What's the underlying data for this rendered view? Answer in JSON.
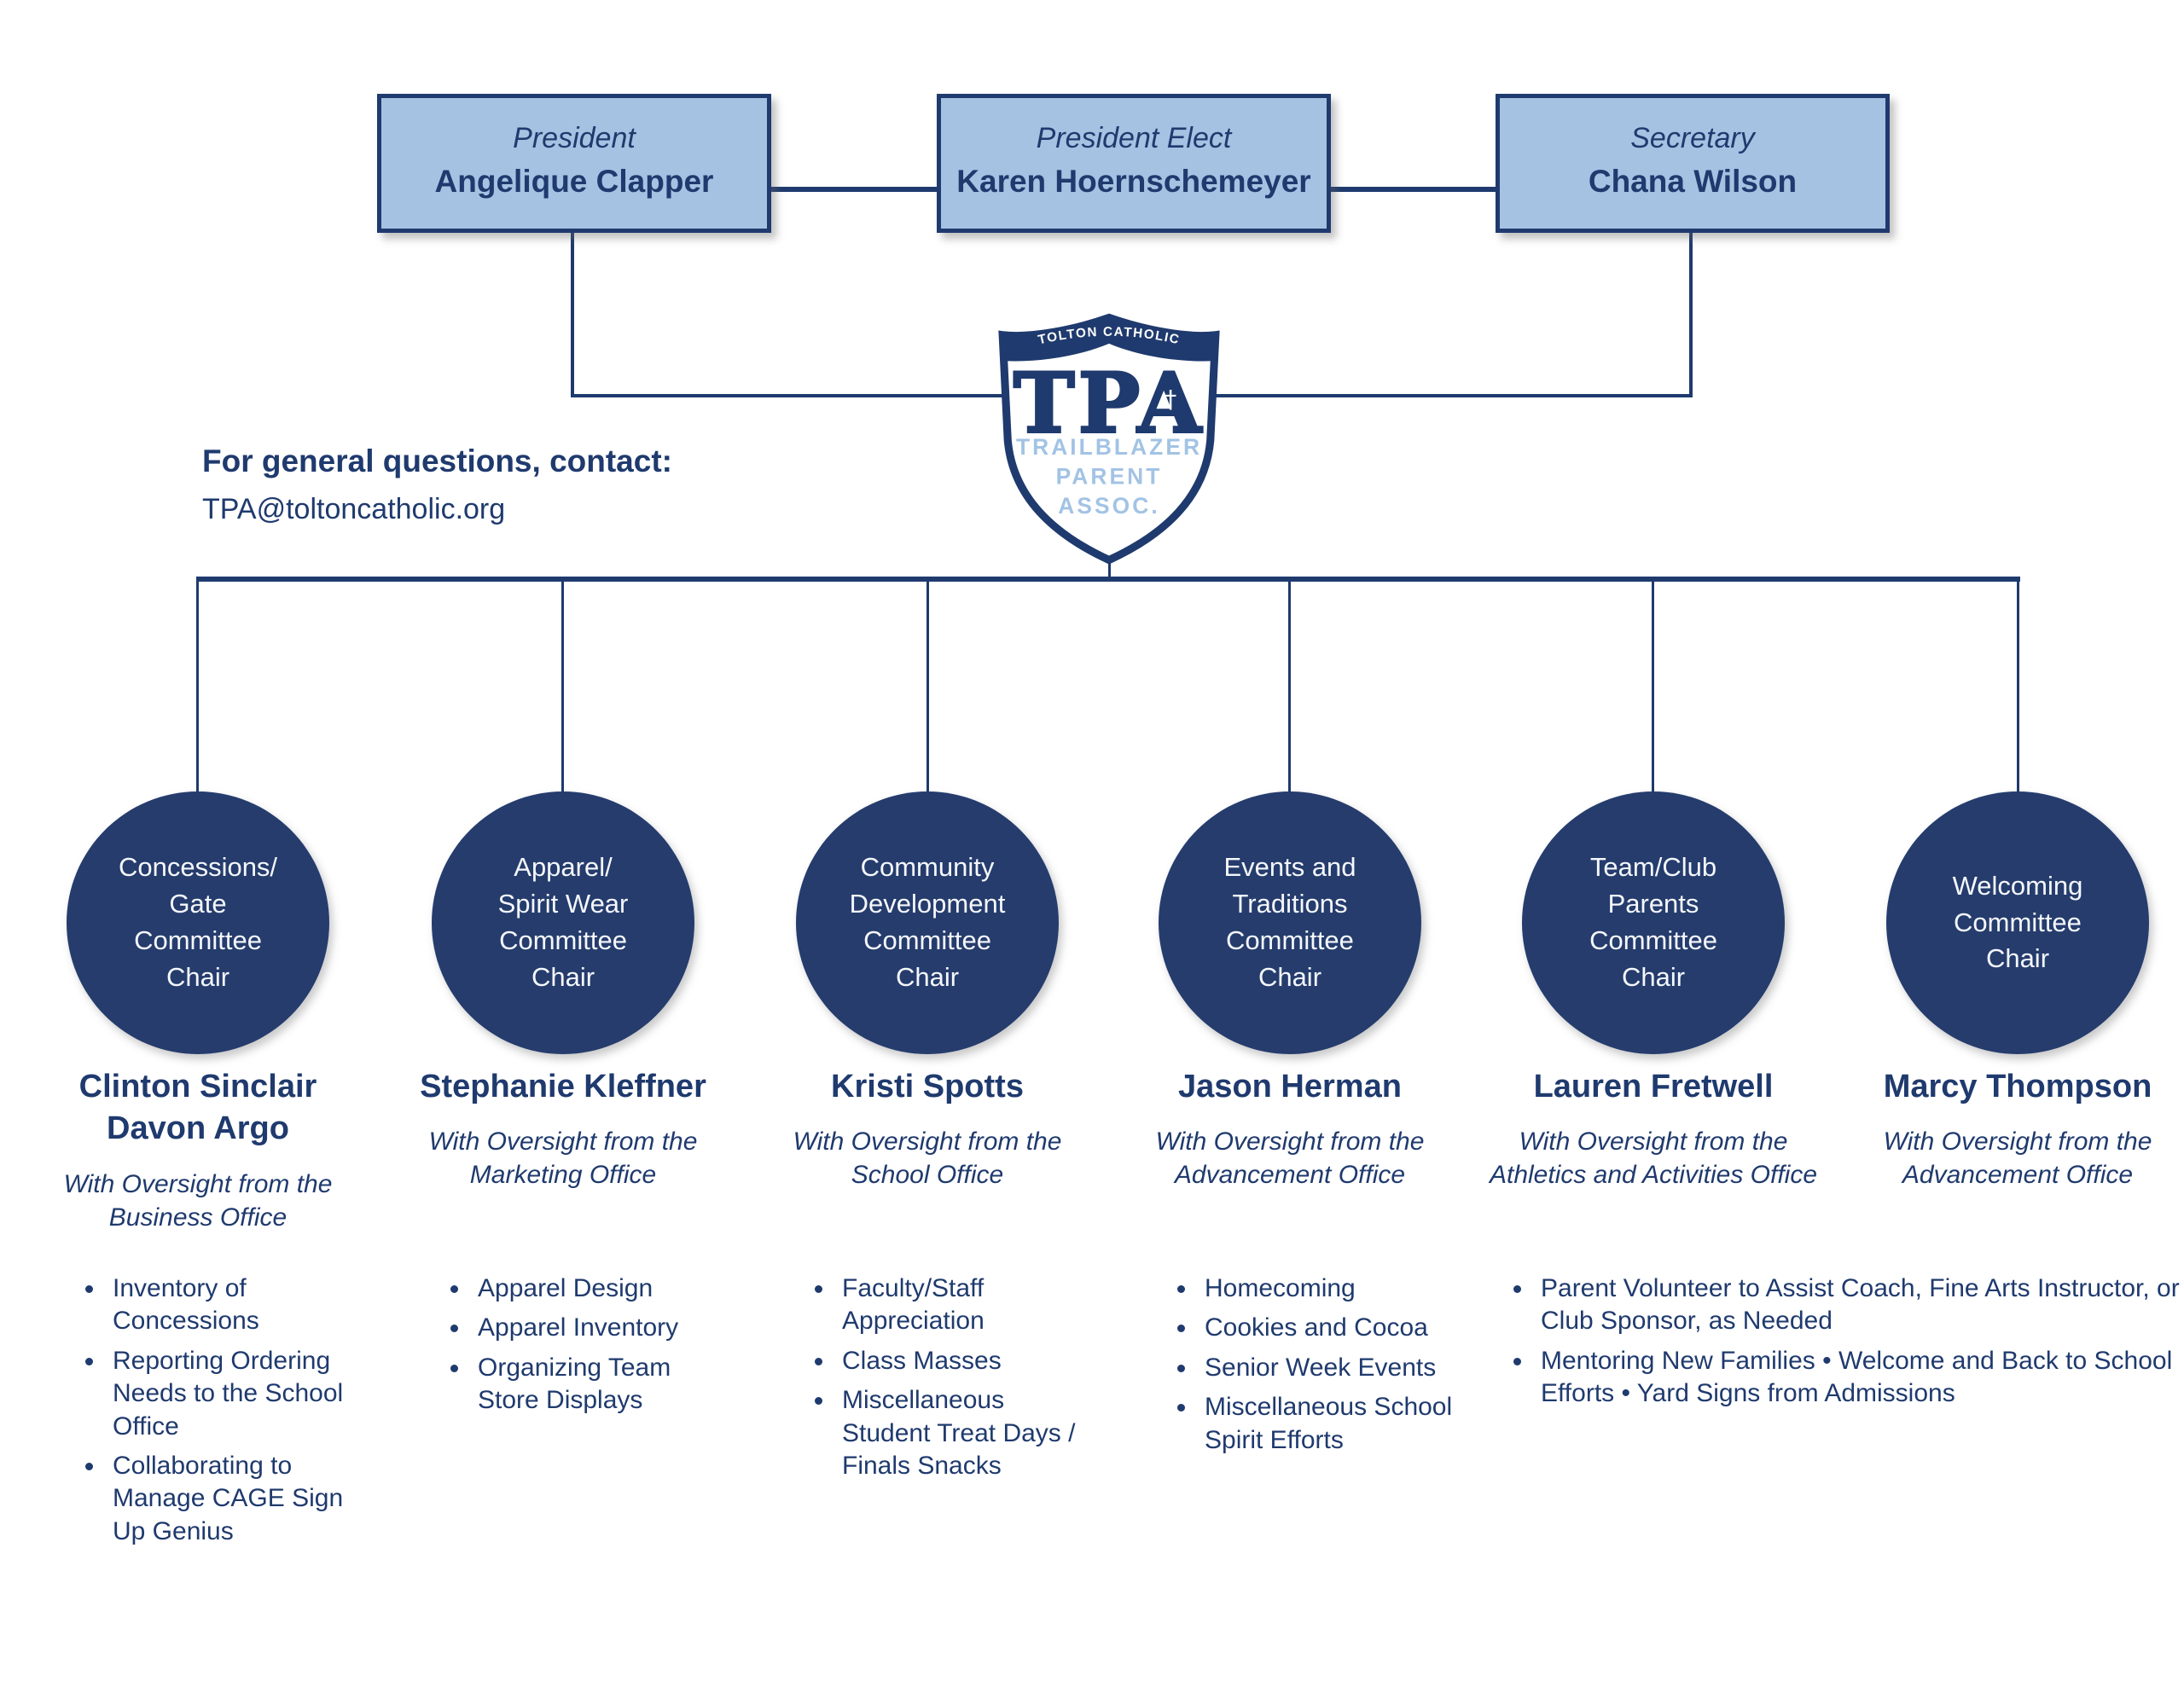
{
  "colors": {
    "navy": "#1f3a6e",
    "circle_fill": "#253c6d",
    "officer_box_fill": "#a5c2e2",
    "logo_pale_blue": "#a2c3e4",
    "background": "#ffffff"
  },
  "officers": [
    {
      "title": "President",
      "name": "Angelique Clapper"
    },
    {
      "title": "President Elect",
      "name": "Karen Hoernschemeyer"
    },
    {
      "title": "Secretary",
      "name": "Chana Wilson"
    }
  ],
  "logo": {
    "banner": "TOLTON CATHOLIC",
    "acronym": "TPA",
    "cross": "†",
    "sub_line1": "TRAILBLAZER",
    "sub_line2": "PARENT",
    "sub_line3": "ASSOC."
  },
  "contact": {
    "heading": "For general questions, contact:",
    "email": "TPA@toltoncatholic.org"
  },
  "committees": [
    {
      "circle": "Concessions/\nGate\nCommittee\nChair",
      "names": "Clinton Sinclair\nDavon Argo",
      "oversight": "With Oversight from the\nBusiness Office",
      "bullets": [
        "Inventory of Concessions",
        "Reporting Ordering Needs to the School Office",
        "Collaborating to Manage CAGE Sign Up Genius"
      ]
    },
    {
      "circle": "Apparel/\nSpirit Wear\nCommittee\nChair",
      "names": "Stephanie Kleffner",
      "oversight": "With Oversight from the\nMarketing Office",
      "bullets": [
        "Apparel Design",
        "Apparel Inventory",
        "Organizing Team Store Displays"
      ]
    },
    {
      "circle": "Community\nDevelopment\nCommittee\nChair",
      "names": "Kristi Spotts",
      "oversight": "With Oversight from the\nSchool Office",
      "bullets": [
        "Faculty/Staff Appreciation",
        "Class Masses",
        "Miscellaneous Student Treat Days / Finals Snacks"
      ]
    },
    {
      "circle": "Events and\nTraditions\nCommittee\nChair",
      "names": "Jason Herman",
      "oversight": "With Oversight from the\nAdvancement Office",
      "bullets": [
        "Homecoming",
        "Cookies and Cocoa",
        "Senior Week Events",
        "Miscellaneous School Spirit Efforts"
      ]
    },
    {
      "circle": "Team/Club\nParents\nCommittee\nChair",
      "names": "Lauren Fretwell",
      "oversight": "With Oversight from the\nAthletics and Activities Office",
      "bullets": [
        "Parent Volunteer to Assist Coach, Fine Arts Instructor, or Club Sponsor, as Needed",
        "Mentoring New Families • Welcome and Back to School Efforts • Yard Signs from Admissions"
      ]
    },
    {
      "circle": "Welcoming\nCommittee\nChair",
      "names": "Marcy Thompson",
      "oversight": "With Oversight from the\nAdvancement Office",
      "bullets": []
    }
  ]
}
